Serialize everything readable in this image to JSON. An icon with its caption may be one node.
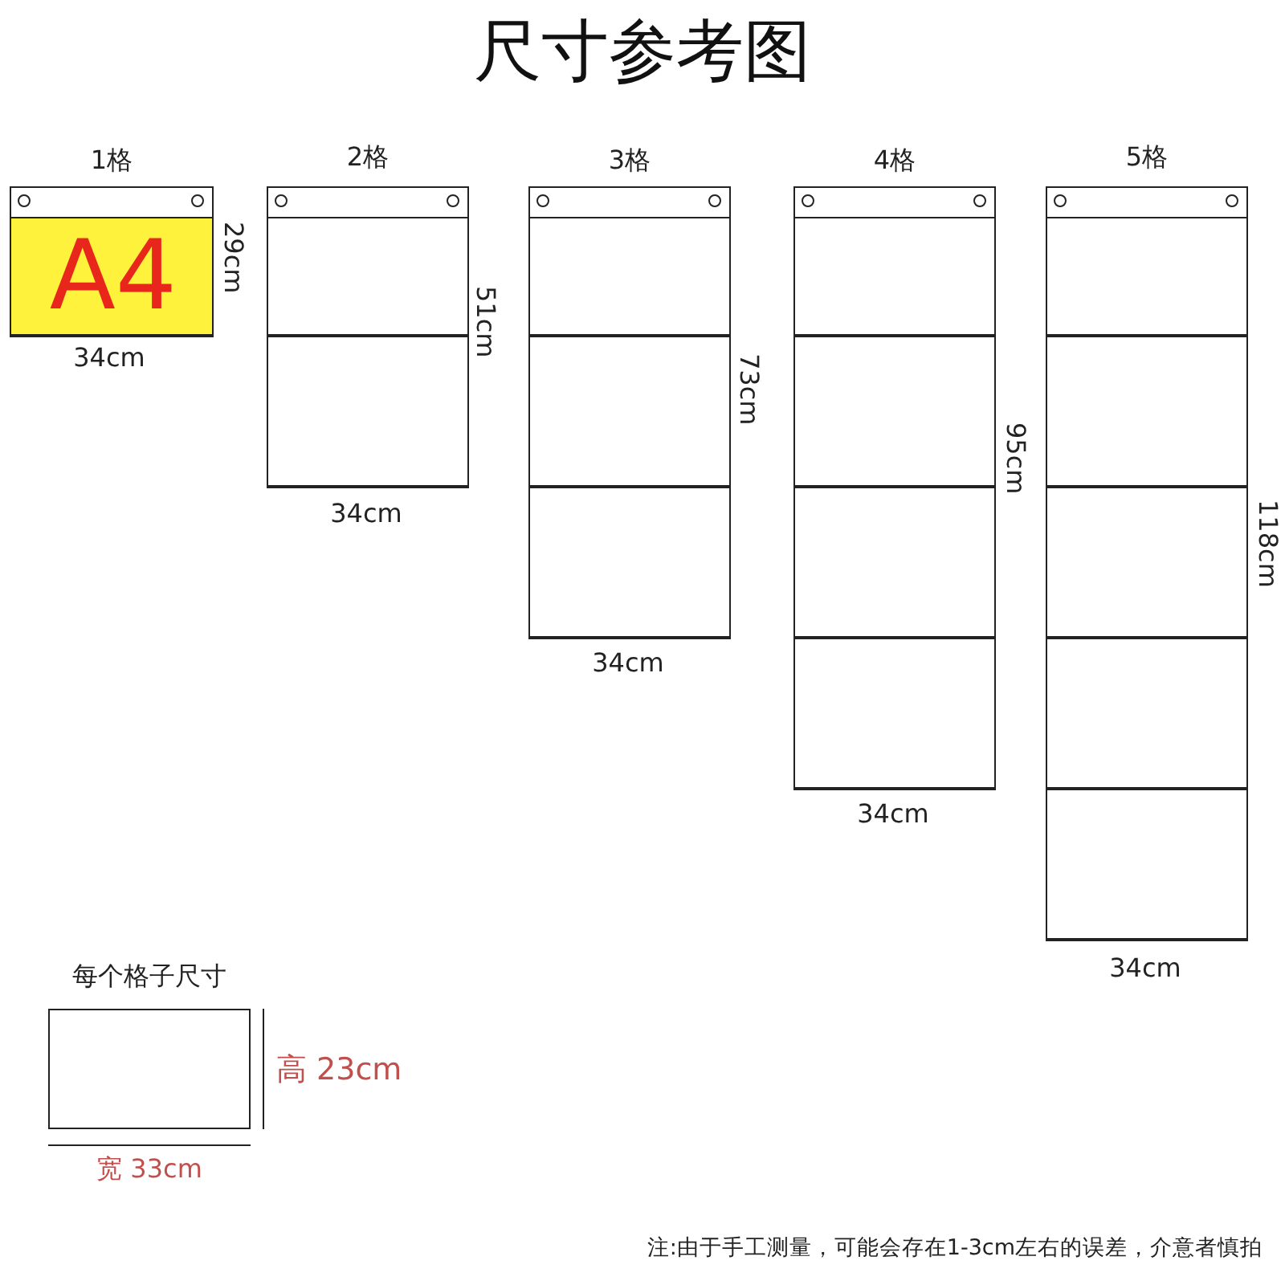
{
  "diagram": {
    "title": "尺寸参考图",
    "nodes": [
      {
        "text": [
          "1格"
        ],
        "beside": [
          "29cm",
          "34cm"
        ]
      },
      {
        "text": [
          "A4"
        ],
        "in": 0
      },
      {
        "text": [
          "2格"
        ],
        "beside": [
          "51cm",
          "34cm"
        ]
      },
      {
        "text": [],
        "shape": "box",
        "in": 2
      },
      {
        "text": [],
        "shape": "box",
        "in": 2
      },
      {
        "text": [
          "3格"
        ],
        "beside": [
          "73cm",
          "34cm"
        ]
      },
      {
        "text": [],
        "shape": "box",
        "in": 5
      },
      {
        "text": [],
        "shape": "box",
        "in": 5
      },
      {
        "text": [],
        "shape": "box",
        "in": 5
      },
      {
        "text": [
          "4格"
        ],
        "beside": [
          "95cm",
          "34cm"
        ]
      },
      {
        "text": [],
        "shape": "box",
        "in": 9
      },
      {
        "text": [],
        "shape": "box",
        "in": 9
      },
      {
        "text": [],
        "shape": "box",
        "in": 9
      },
      {
        "text": [],
        "shape": "box",
        "in": 9
      },
      {
        "text": [
          "5格"
        ],
        "beside": [
          "118cm",
          "34cm"
        ]
      },
      {
        "text": [],
        "shape": "box",
        "in": 14
      },
      {
        "text": [],
        "shape": "box",
        "in": 14
      },
      {
        "text": [],
        "shape": "box",
        "in": 14
      },
      {
        "text": [],
        "shape": "box",
        "in": 14
      },
      {
        "text": [],
        "shape": "box",
        "in": 14
      },
      {
        "text": [
          "每个格子尺寸"
        ],
        "beside": [
          "高 23cm",
          "宽 33cm"
        ]
      }
    ],
    "labels": [
      "注:由于手工测量，可能会存在1-3cm左右的误差，介意者慎拍"
    ]
  }
}
